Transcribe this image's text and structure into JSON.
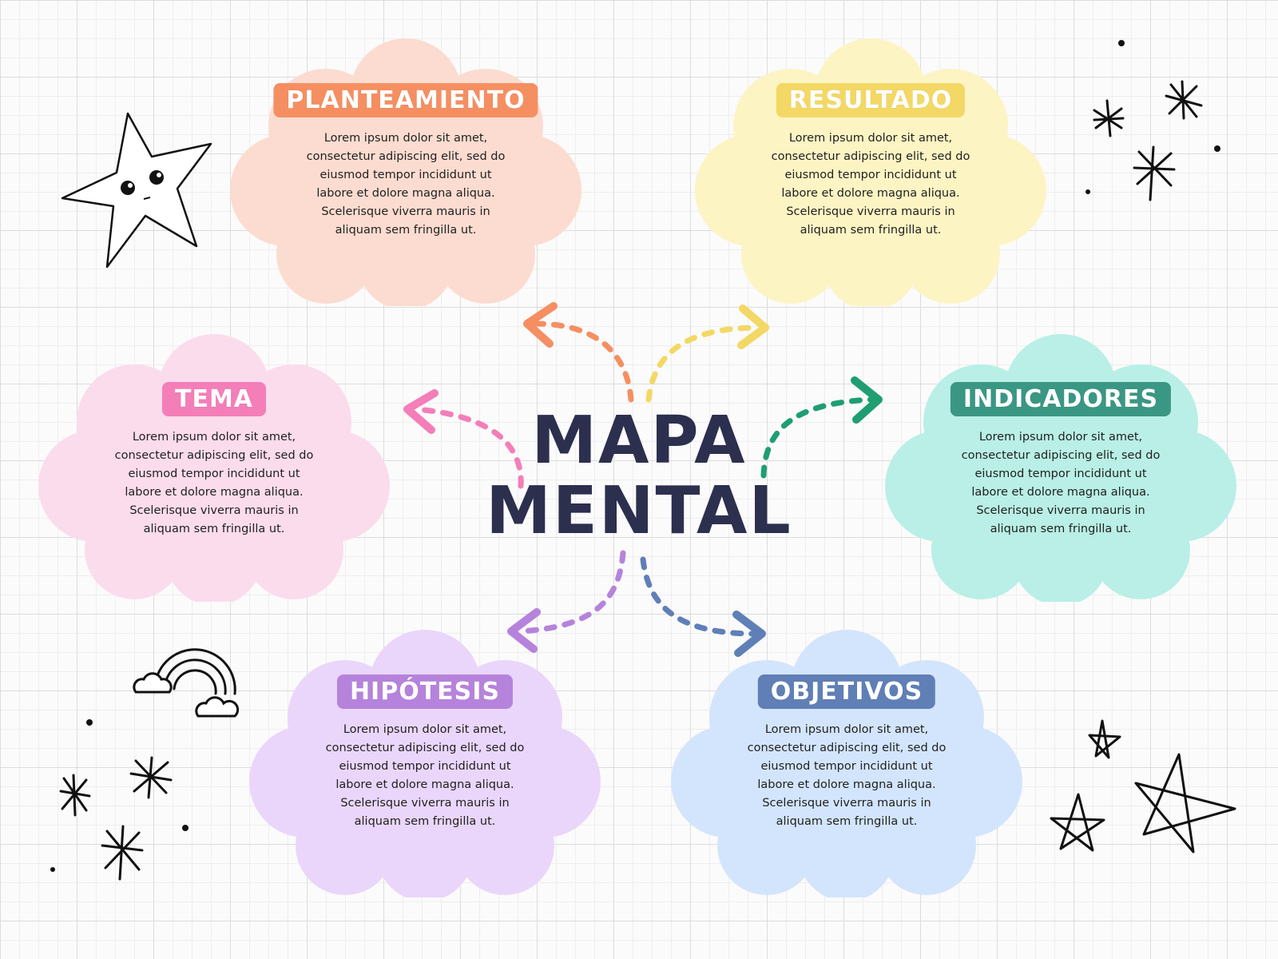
{
  "center": {
    "line1": "MAPA",
    "line2": "MENTAL",
    "color": "#2d2f4e"
  },
  "nodes": [
    {
      "id": "planteamiento",
      "title": "PLANTEAMIENTO",
      "text": "Lorem ipsum dolor sit amet, consectetur adipiscing elit, sed do eiusmod tempor incididunt ut labore et dolore magna aliqua. Scelerisque viverra mauris in aliquam sem fringilla ut.",
      "cloud_color": "#fcdcd0",
      "label_color": "#f58f62",
      "arrow_color": "#f58f62"
    },
    {
      "id": "resultado",
      "title": "RESULTADO",
      "text": "Lorem ipsum dolor sit amet, consectetur adipiscing elit, sed do eiusmod tempor incididunt ut labore et dolore magna aliqua. Scelerisque viverra mauris in aliquam sem fringilla ut.",
      "cloud_color": "#fdf4c4",
      "label_color": "#f3d865",
      "arrow_color": "#f3d865"
    },
    {
      "id": "tema",
      "title": "TEMA",
      "text": "Lorem ipsum dolor sit amet, consectetur adipiscing elit, sed do eiusmod tempor incididunt ut labore et dolore magna aliqua. Scelerisque viverra mauris in aliquam sem fringilla ut.",
      "cloud_color": "#fbdcec",
      "label_color": "#f47eb8",
      "arrow_color": "#f47eb8"
    },
    {
      "id": "indicadores",
      "title": "INDICADORES",
      "text": "Lorem ipsum dolor sit amet, consectetur adipiscing elit, sed do eiusmod tempor incididunt ut labore et dolore magna aliqua. Scelerisque viverra mauris in aliquam sem fringilla ut.",
      "cloud_color": "#b9efe6",
      "label_color": "#3a9783",
      "arrow_color": "#1f9e72"
    },
    {
      "id": "hipotesis",
      "title": "HIPÓTESIS",
      "text": "Lorem ipsum dolor sit amet, consectetur adipiscing elit, sed do eiusmod tempor incididunt ut labore et dolore magna aliqua. Scelerisque viverra mauris in aliquam sem fringilla ut.",
      "cloud_color": "#ead6fa",
      "label_color": "#b683dc",
      "arrow_color": "#b683dc"
    },
    {
      "id": "objetivos",
      "title": "OBJETIVOS",
      "text": "Lorem ipsum dolor sit amet, consectetur adipiscing elit, sed do eiusmod tempor incididunt ut labore et dolore magna aliqua. Scelerisque viverra mauris in aliquam sem fringilla ut.",
      "cloud_color": "#d3e5fc",
      "label_color": "#5f7fb6",
      "arrow_color": "#5f7fb6"
    }
  ],
  "decorations": [
    "star-face-doodle",
    "sparkle-doodles",
    "rainbow-doodle",
    "outline-star-doodles"
  ]
}
